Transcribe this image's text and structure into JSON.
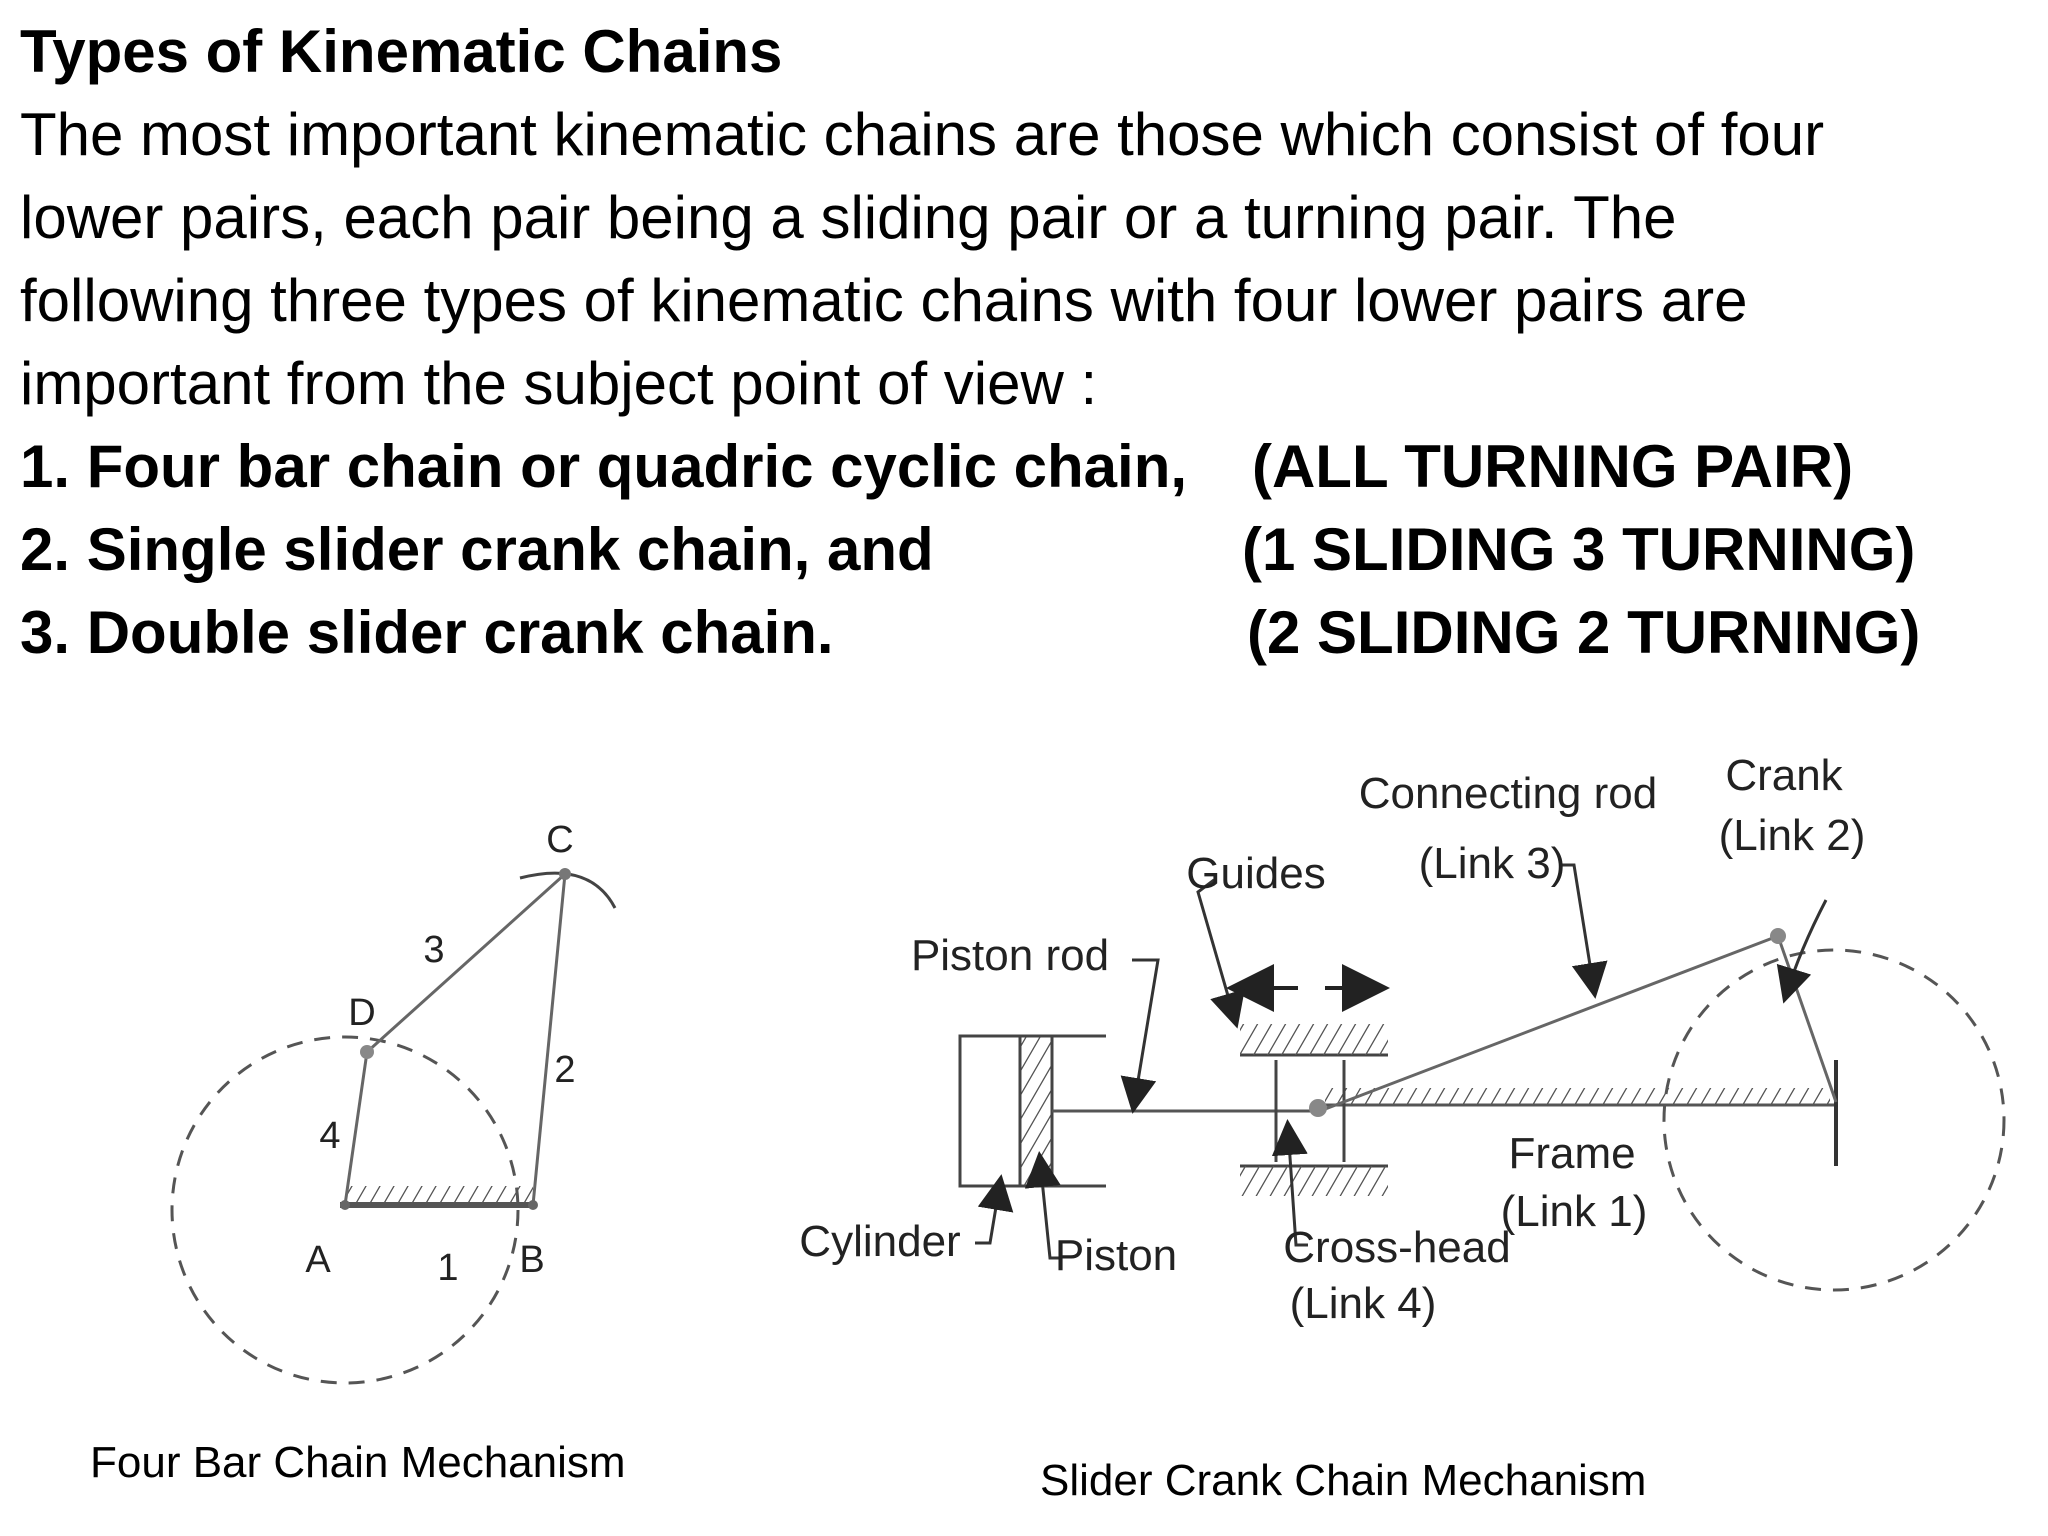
{
  "heading": "Types of Kinematic Chains",
  "intro_lines": [
    "The most important kinematic chains are those which consist of four",
    "lower pairs, each pair being a sliding pair or a turning pair. The",
    "following three types of kinematic chains with four lower pairs are",
    "important from the subject point of view :"
  ],
  "list": [
    {
      "text": "1. Four bar chain or quadric cyclic chain,",
      "note": "(ALL TURNING PAIR)"
    },
    {
      "text": "2. Single slider crank chain, and",
      "note": "(1 SLIDING 3 TURNING)"
    },
    {
      "text": "3. Double slider crank chain.",
      "note": "(2 SLIDING 2 TURNING)"
    }
  ],
  "four_bar_diagram": {
    "labels": {
      "A": "A",
      "B": "B",
      "C": "C",
      "D": "D",
      "link1": "1",
      "link2": "2",
      "link3": "3",
      "link4": "4"
    },
    "caption": "Four Bar Chain Mechanism"
  },
  "slider_crank_diagram": {
    "labels": {
      "connecting_rod": "Connecting rod",
      "link3": "(Link 3)",
      "crank": "Crank",
      "link2": "(Link 2)",
      "guides": "Guides",
      "piston_rod": "Piston rod",
      "frame": "Frame",
      "link1": "(Link 1)",
      "cylinder": "Cylinder",
      "piston": "Piston",
      "cross_head": "Cross-head",
      "link4": "(Link 4)"
    },
    "caption": "Slider Crank Chain Mechanism"
  }
}
